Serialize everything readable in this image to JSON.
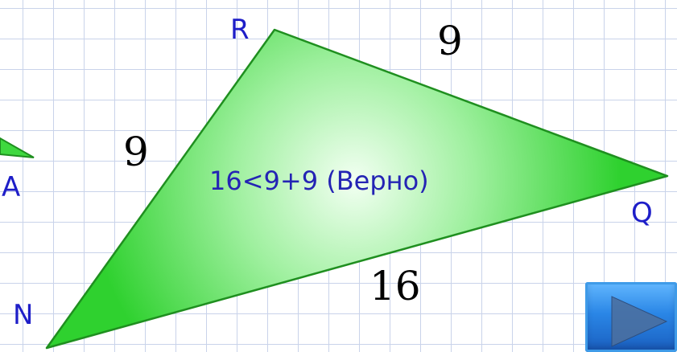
{
  "vertices": {
    "r": "R",
    "q": "Q",
    "n": "N",
    "a": "A"
  },
  "sides": {
    "rq": "9",
    "nr": "9",
    "nq": "16"
  },
  "inequality_text": "16<9+9 (Верно)",
  "colors": {
    "triangle_fill_center": "#f2fff2",
    "triangle_fill_edge": "#2fd12f",
    "triangle_stroke": "#1f8f1f",
    "vertex_label": "#1e1ec8",
    "inequality_text": "#2424b4",
    "grid_line": "#c9d3ea",
    "next_button": "#2a86e6"
  },
  "icons": {
    "next_button": "play-triangle-icon"
  }
}
